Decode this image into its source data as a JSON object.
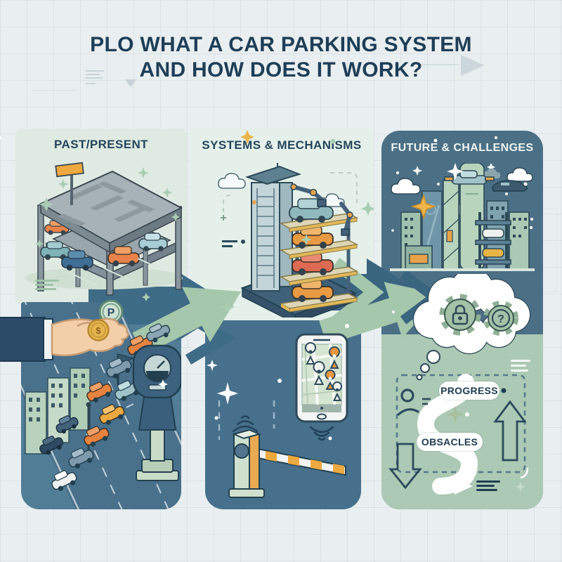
{
  "title": {
    "line1": "PLO WHAT A CAR PARKING SYSTEM",
    "line2": "AND HOW DOES IT WORK?"
  },
  "panels": {
    "past": {
      "header": "PAST/PRESENT"
    },
    "systems": {
      "header": "SYSTEMS & MECHANISMS"
    },
    "future": {
      "header": "FUTURE & CHALLENGES",
      "progress_label": "PROGRESS",
      "obstacles_label": "OBSACLES"
    }
  },
  "badges": {
    "parking": "P",
    "coin": "$",
    "question": "?"
  },
  "colors": {
    "background": "#e9eef0",
    "title_navy": "#1e3e57",
    "panel_light_green": "#dfeae2",
    "panel_dark_slate": "#4b7086",
    "panel_blue": "#517d97",
    "panel_sage": "#abc9b4",
    "arrow_dark": "#3e6b86",
    "arrow_green": "#a5c7ab",
    "accent_orange": "#e8823f",
    "coin_gold": "#e6b54e",
    "outline_dark": "#2e4a58",
    "white": "#fdfefd"
  }
}
